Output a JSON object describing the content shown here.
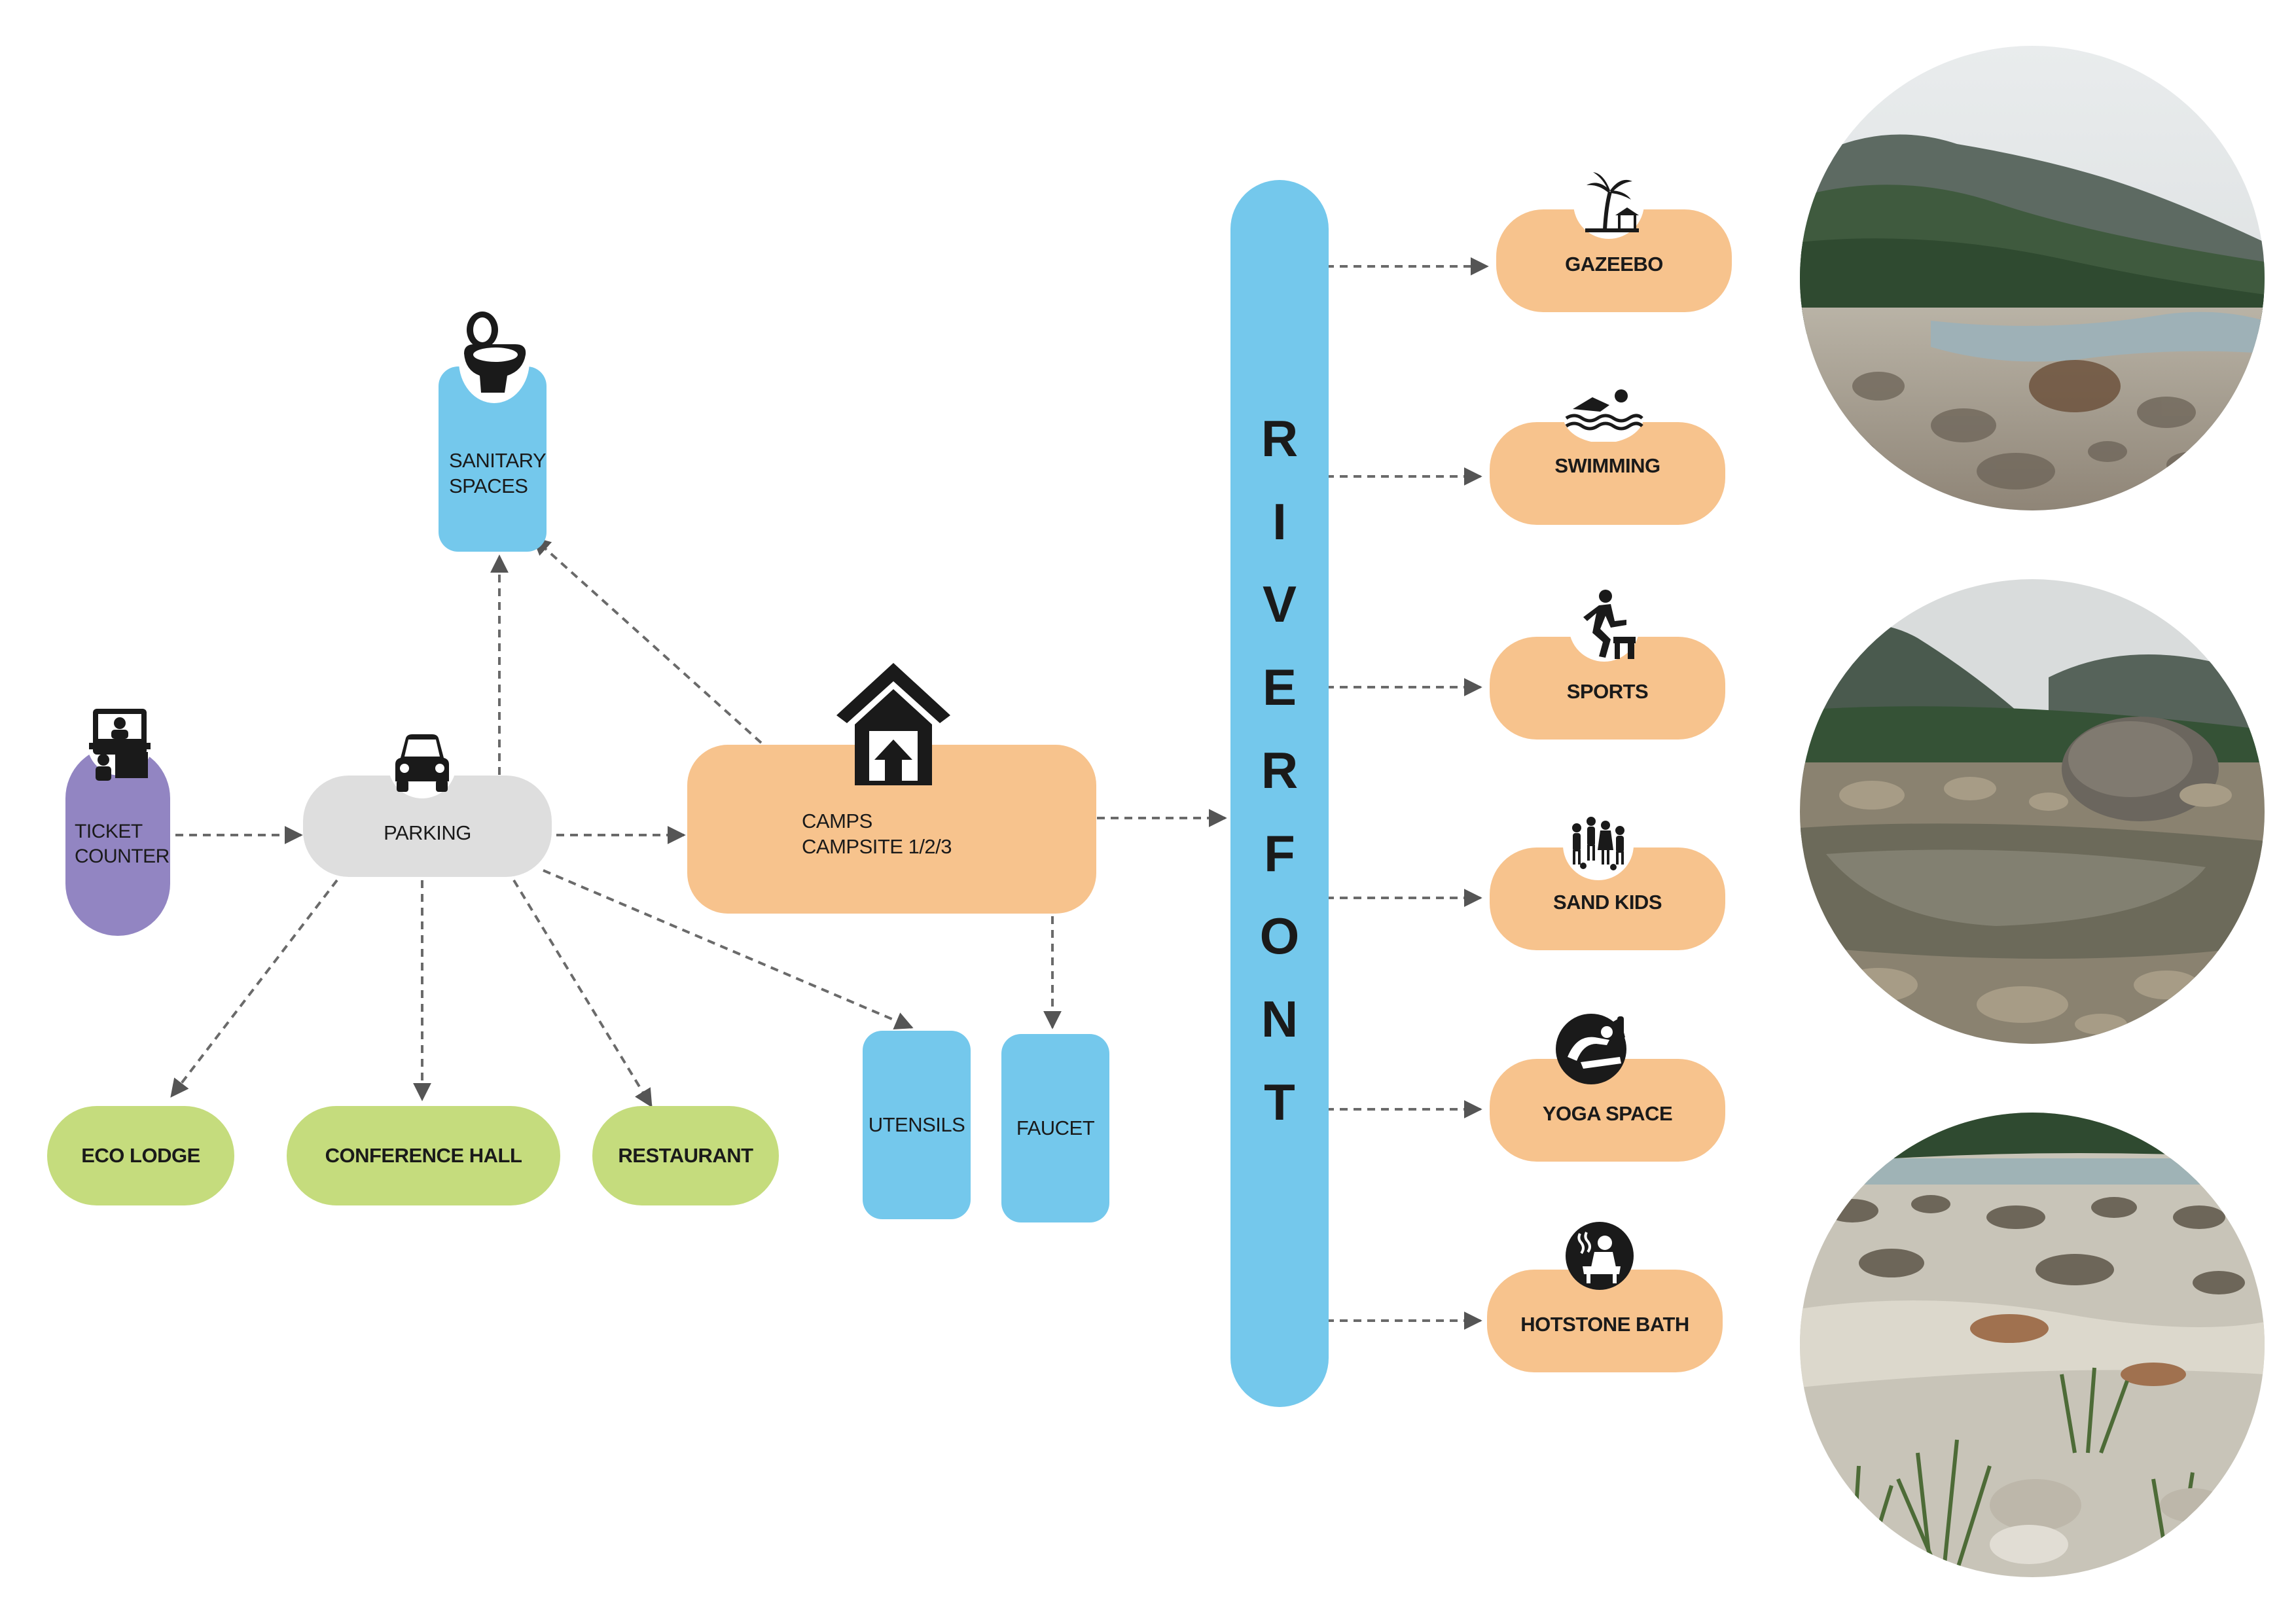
{
  "nodes": {
    "ticket_counter": "TICKET\nCOUNTER",
    "parking": "PARKING",
    "sanitary_spaces": "SANITARY\nSPACES",
    "camps": "CAMPS\nCAMPSITE 1/2/3",
    "utensils": "UTENSILS",
    "faucet": "FAUCET",
    "eco_lodge": "ECO LODGE",
    "conference_hall": "CONFERENCE HALL",
    "restaurant": "RESTAURANT"
  },
  "riverfront": {
    "letters": [
      "R",
      "I",
      "V",
      "E",
      "R",
      "F",
      "O",
      "N",
      "T"
    ]
  },
  "activities": [
    {
      "label": "GAZEEBO",
      "icon": "palm-gazebo-icon"
    },
    {
      "label": "SWIMMING",
      "icon": "swimmer-icon"
    },
    {
      "label": "SPORTS",
      "icon": "stepping-athlete-icon"
    },
    {
      "label": "SAND KIDS",
      "icon": "children-group-icon"
    },
    {
      "label": "YOGA SPACE",
      "icon": "yoga-pose-icon"
    },
    {
      "label": "HOTSTONE BATH",
      "icon": "bath-icon"
    }
  ],
  "icons": {
    "ticket": "ticket-booth-icon",
    "parking": "car-icon",
    "sanitary": "toilet-icon",
    "camps": "house-icon"
  },
  "colors": {
    "orange": "#f7c38d",
    "blue": "#74c8ec",
    "green": "#c5dc7d",
    "grey": "#dedede",
    "purple": "#9285c2",
    "arrow": "#666666"
  },
  "photos": [
    {
      "subject": "river-valley-photo"
    },
    {
      "subject": "river-boulders-photo"
    },
    {
      "subject": "riverbed-grass-photo"
    }
  ]
}
